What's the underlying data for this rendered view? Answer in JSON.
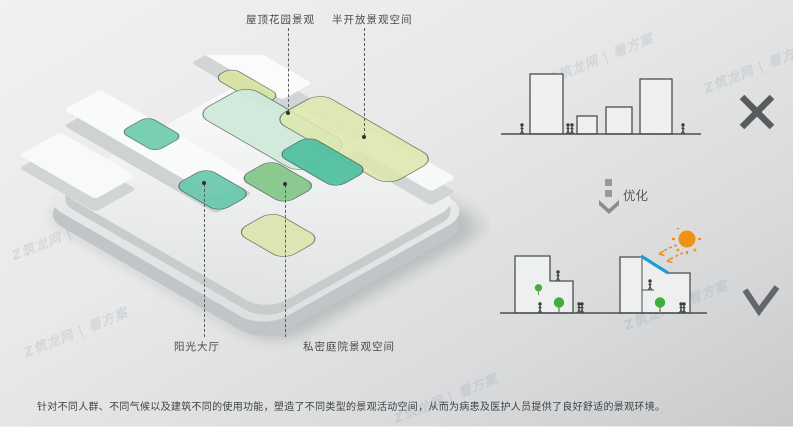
{
  "model_labels": {
    "roof_garden": "屋顶花园景观",
    "semi_open": "半开放景观空间",
    "sun_hall": "阳光大厅",
    "private_courtyard": "私密庭院景观空间"
  },
  "comparison": {
    "optimize_label": "优化"
  },
  "caption": "针对不同人群、不同气候以及建筑不同的使用功能，塑造了不同类型的景观活动空间，从而为病患及医护人员提供了良好舒适的景观环境。",
  "watermark": {
    "text": "Z筑龙网 | 看方案"
  },
  "colors": {
    "teal_patch": "#6fcbb1",
    "mint_patch": "#cfe9da",
    "yellow_green_patch": "#dde7ab",
    "green_patch": "#86c68b",
    "sun_orange": "#f09214",
    "skylight_blue": "#1e9ad6",
    "tree_green": "#3fae3a",
    "marker_gray": "#5d6062"
  }
}
